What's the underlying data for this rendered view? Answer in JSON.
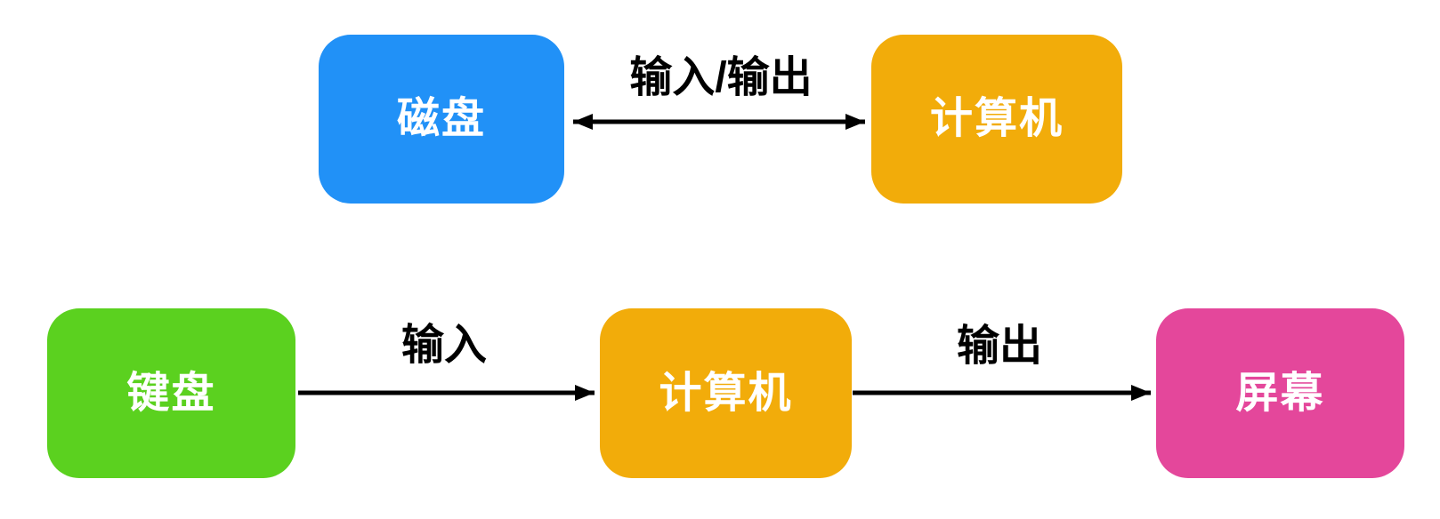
{
  "colors": {
    "disk": "#2191F7",
    "computer": "#F2AC0A",
    "keyboard": "#5BD11F",
    "screen": "#E4479B",
    "arrow": "#000000",
    "node_text": "#FFFFFF",
    "edge_label_text": "#000000",
    "background": "#FFFFFF"
  },
  "diagram": {
    "top_flow": {
      "disk_label": "磁盘",
      "computer_label": "计算机",
      "edge_label": "输入/输出",
      "edge_direction": "bidirectional"
    },
    "bottom_flow": {
      "keyboard_label": "键盘",
      "computer_label": "计算机",
      "screen_label": "屏幕",
      "input_edge_label": "输入",
      "output_edge_label": "输出",
      "input_edge_direction": "keyboard-to-computer",
      "output_edge_direction": "computer-to-screen"
    }
  }
}
